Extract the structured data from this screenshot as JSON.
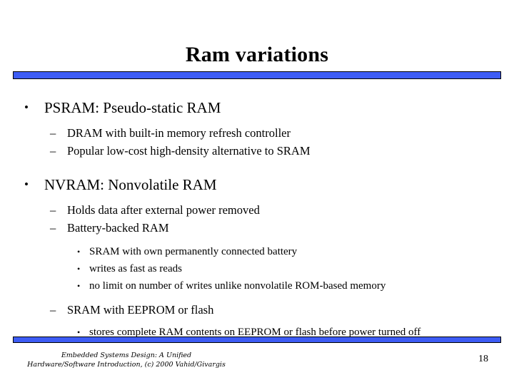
{
  "slide": {
    "title": "Ram variations",
    "accent_color": "#3D5CF5",
    "border_color": "#000000",
    "background_color": "#FFFFFF",
    "page_number": "18"
  },
  "bullets": {
    "l1_psram": "PSRAM: Pseudo-static RAM",
    "l2_dram_refresh": "DRAM with built-in memory refresh controller",
    "l2_popular_lowcost": "Popular low-cost high-density alternative to SRAM",
    "l1_nvram": "NVRAM: Nonvolatile RAM",
    "l2_holds_data": "Holds data after external power removed",
    "l2_battery_backed": "Battery-backed RAM",
    "l3_sram_own_battery": "SRAM with own permanently connected battery",
    "l3_writes_fast": "writes as fast as reads",
    "l3_no_limit": "no limit on number of writes unlike nonvolatile ROM-based memory",
    "l2_sram_eeprom": "SRAM with EEPROM or flash",
    "l3_stores_contents": "stores complete RAM contents on EEPROM or flash before power turned off"
  },
  "markers": {
    "level1": "•",
    "level2": "–",
    "level3": "•"
  },
  "footer": {
    "line1": "Embedded Systems Design: A Unified",
    "line2": "Hardware/Software Introduction, (c) 2000 Vahid/Givargis"
  }
}
